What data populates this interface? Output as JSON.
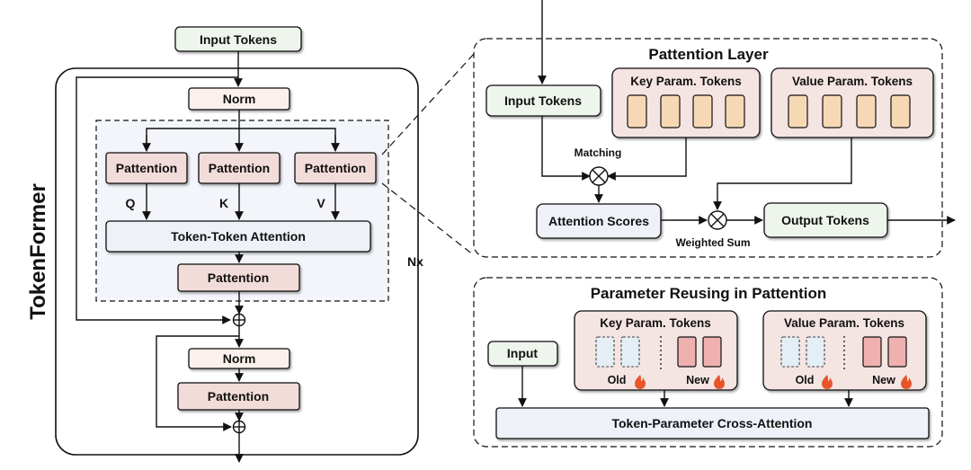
{
  "left": {
    "side_title": "TokenFormer",
    "input_tokens": "Input Tokens",
    "norm1": "Norm",
    "pattention_q": "Pattention",
    "pattention_k": "Pattention",
    "pattention_v": "Pattention",
    "q": "Q",
    "k": "K",
    "v": "V",
    "token_token_attention": "Token-Token Attention",
    "pattention_out": "Pattention",
    "nx": "Nx",
    "plus1": "⊕",
    "norm2": "Norm",
    "pattention_ffn": "Pattention",
    "plus2": "⊕"
  },
  "pattention_layer": {
    "title": "Pattention Layer",
    "input_tokens": "Input Tokens",
    "key_param_tokens": "Key Param. Tokens",
    "value_param_tokens": "Value Param. Tokens",
    "matching": "Matching",
    "attention_scores": "Attention Scores",
    "weighted_sum": "Weighted Sum",
    "output_tokens": "Output Tokens"
  },
  "param_reuse": {
    "title": "Parameter Reusing in Pattention",
    "input": "Input",
    "key_param_tokens": "Key Param. Tokens",
    "value_param_tokens": "Value Param. Tokens",
    "old_key": "Old",
    "new_key": "New",
    "old_value": "Old",
    "new_value": "New",
    "cross_attention": "Token-Parameter Cross-Attention"
  },
  "colors": {
    "pattention_fill": "#f2dcd9",
    "token_fill": "#eef5ec",
    "param_block_fill": "#f4e5e3",
    "param_token_fill": "#f6d9b4",
    "new_token_fill": "#efb0b0",
    "old_token_fill": "#e4eef5",
    "attention_fill": "#eef1f8",
    "fire": "#e8552b"
  }
}
